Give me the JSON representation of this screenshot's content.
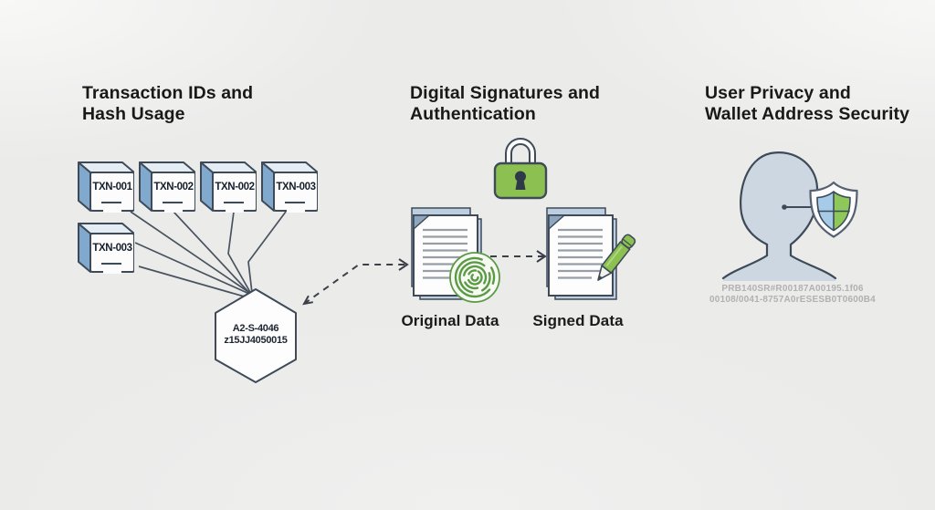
{
  "sections": {
    "transactions": {
      "title_line1": "Transaction IDs and",
      "title_line2": "Hash Usage",
      "cubes": [
        {
          "label": "TXN-001"
        },
        {
          "label": "TXN-002"
        },
        {
          "label": "TXN-002"
        },
        {
          "label": "TXN-003"
        },
        {
          "label": "TXN-003"
        }
      ],
      "hash_hexagon": {
        "line1": "A2-S-4046",
        "line2": "z15JJ4050015"
      }
    },
    "signatures": {
      "title_line1": "Digital Signatures and",
      "title_line2": "Authentication",
      "original_doc_label": "Original Data",
      "signed_doc_label": "Signed Data"
    },
    "privacy": {
      "title_line1": "User Privacy and",
      "title_line2": "Wallet Address Security",
      "address_line1": "PRB140SR#R00187A00195.1f06",
      "address_line2": "00108/0041-8757A0rESESB0T0600B4"
    }
  },
  "icons": {
    "cube": "3d-block-cube",
    "hexagon": "hash-hexagon",
    "lock": "green-padlock",
    "fingerprint": "green-fingerprint",
    "pencil": "green-pencil",
    "user": "user-silhouette",
    "shield": "blue-green-shield"
  },
  "colors": {
    "background": "#ebebea",
    "outline": "#3e4a58",
    "accent_green": "#8cc152",
    "green_stroke": "#5a9a45",
    "cube_side": "#81a9cd",
    "cube_top": "#e3edf3",
    "doc_back_sheet": "#bdcee1",
    "doc_fold": "#8fa6bf",
    "shield_blue": "#a6cbe9",
    "shield_green": "#8ec85a",
    "person_fill": "#cdd7e1",
    "address_text": "#b1b1b2"
  }
}
